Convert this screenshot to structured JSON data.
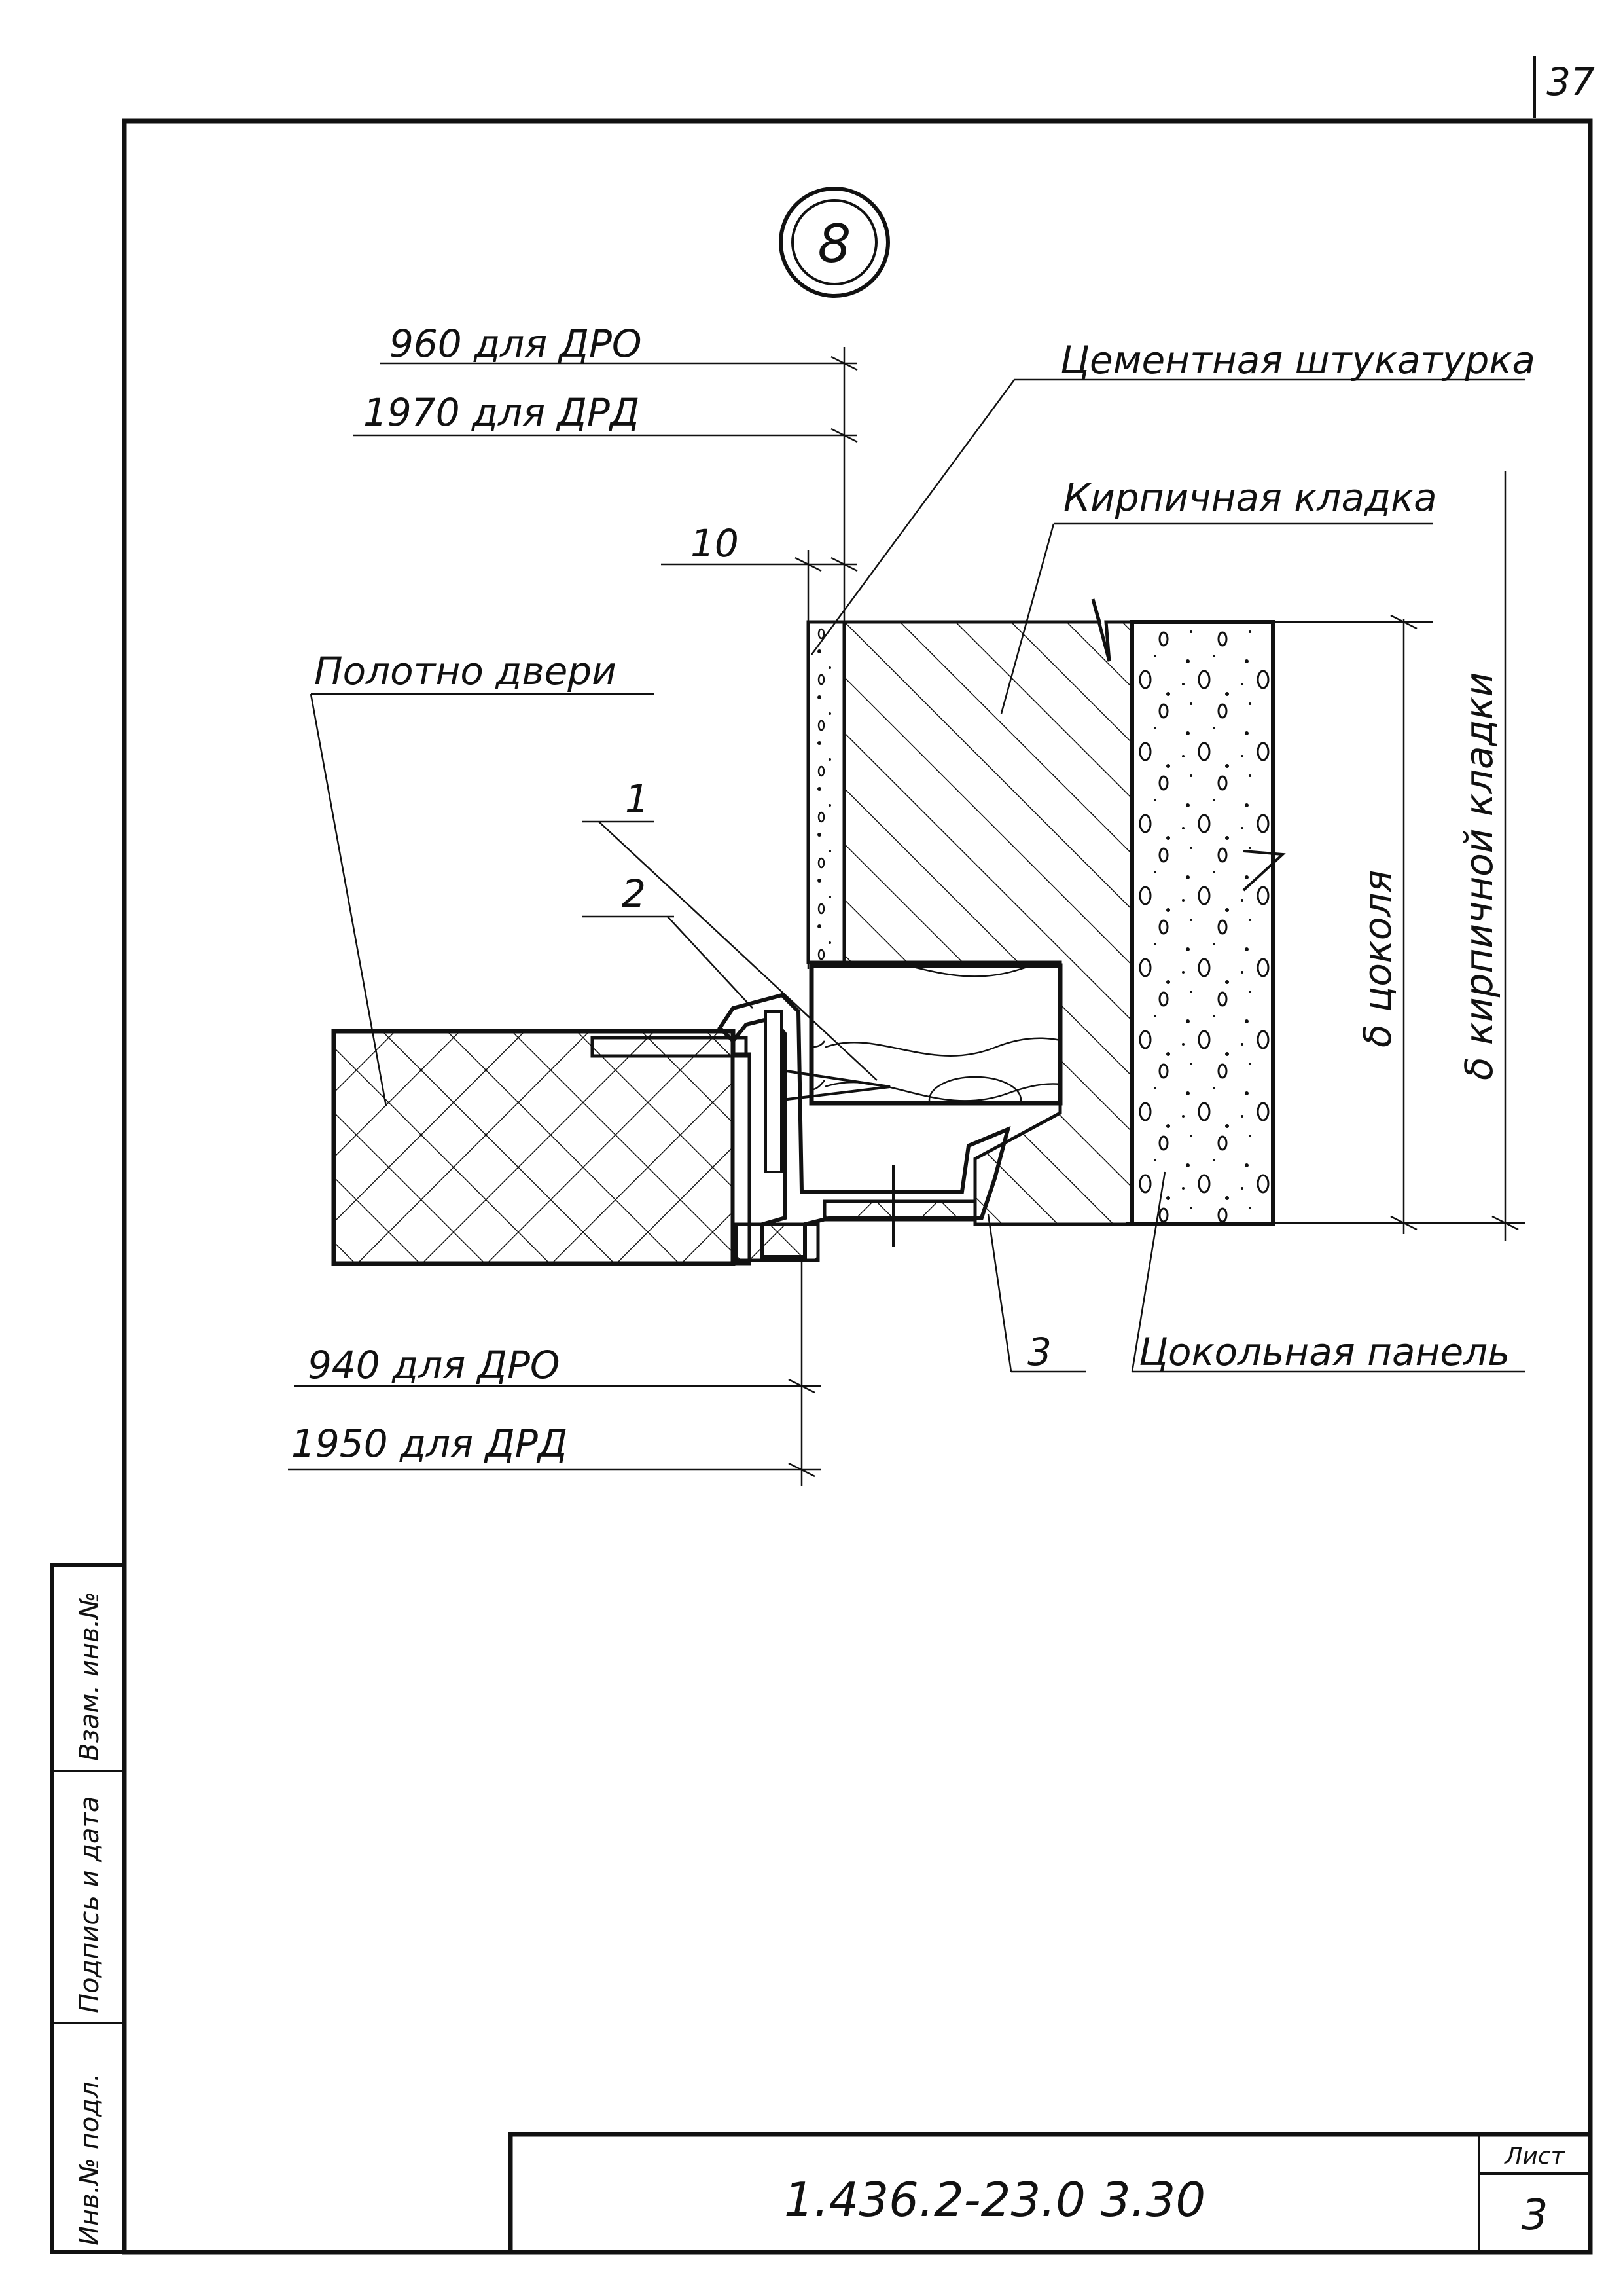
{
  "page_number": "37",
  "detail_marker": "8",
  "labels": {
    "dim_960": "960  для ДРО",
    "dim_1970": "1970  для ДРД",
    "dim_10": "10",
    "cement_plaster": "Цементная штукатурка",
    "brick_masonry": "Кирпичная кладка",
    "door_leaf": "Полотно двери",
    "item_1": "1",
    "item_2": "2",
    "item_3": "3",
    "plinth_panel": "Цокольная панель",
    "plinth_thickness": "δ цоколя",
    "masonry_thickness": "δ кирпичной кладки",
    "dim_940": "940   для ДРО",
    "dim_1950": "1950  для ДРД"
  },
  "side_stamp": {
    "inv_orig": "Инв.№ подл.",
    "sign_date": "Подпись и дата",
    "inv_replace": "Взам. инв.№"
  },
  "title_block": {
    "doc_code": "1.436.2-23.0   3.30",
    "sheet_label": "Лист",
    "sheet_number": "3"
  }
}
